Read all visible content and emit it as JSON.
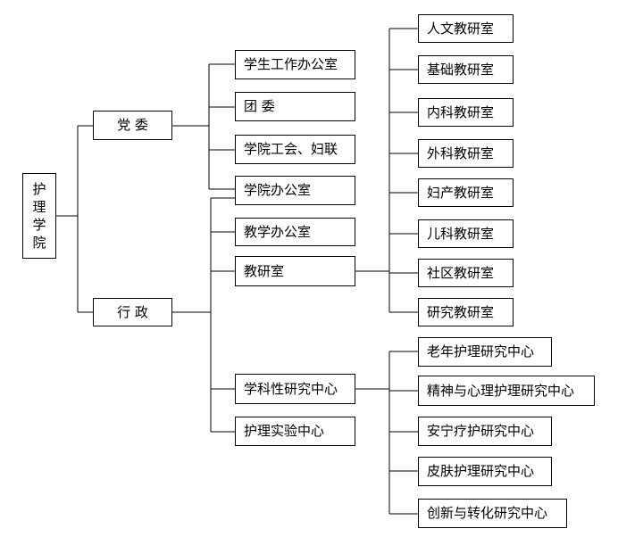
{
  "diagram": {
    "root": [
      "护",
      "理",
      "学",
      "院"
    ],
    "branches": {
      "party": "党 委",
      "admin": "行 政"
    },
    "party_units": [
      "学生工作办公室",
      "团 委",
      "学院工会、妇联",
      "学院办公室"
    ],
    "admin_units": [
      "教学办公室",
      "教研室",
      "学科性研究中心",
      "护理实验中心"
    ],
    "teaching_sections": [
      "人文教研室",
      "基础教研室",
      "内科教研室",
      "外科教研室",
      "妇产教研室",
      "儿科教研室",
      "社区教研室",
      "研究教研室"
    ],
    "research_centers": [
      "老年护理研究中心",
      "精神与心理护理研究中心",
      "安宁疗护研究中心",
      "皮肤护理研究中心",
      "创新与转化研究中心"
    ]
  }
}
